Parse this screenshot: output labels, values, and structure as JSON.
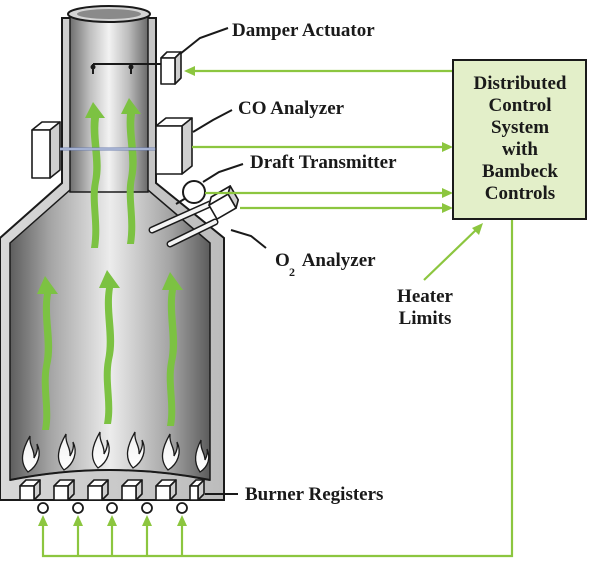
{
  "labels": {
    "damper_actuator": "Damper Actuator",
    "co_analyzer": "CO Analyzer",
    "draft_transmitter": "Draft Transmitter",
    "o2_analyzer_prefix": "O",
    "o2_analyzer_subscript": "2",
    "o2_analyzer_suffix": " Analyzer",
    "heater_limits_line1": "Heater",
    "heater_limits_line2": "Limits",
    "burner_registers": "Burner Registers"
  },
  "control_system": {
    "line1": "Distributed",
    "line2": "Control",
    "line3": "System",
    "line4": "with",
    "line5": "Bambeck",
    "line6": "Controls"
  },
  "colors": {
    "signal_line": "#8cc63f",
    "control_box_fill": "#e3efc9",
    "flow_arrow": "#7cc242",
    "heater_metal": "#9a9a9a"
  },
  "icons": {
    "flame": "flame-icon",
    "flow": "upward-wavy-arrow-icon"
  }
}
